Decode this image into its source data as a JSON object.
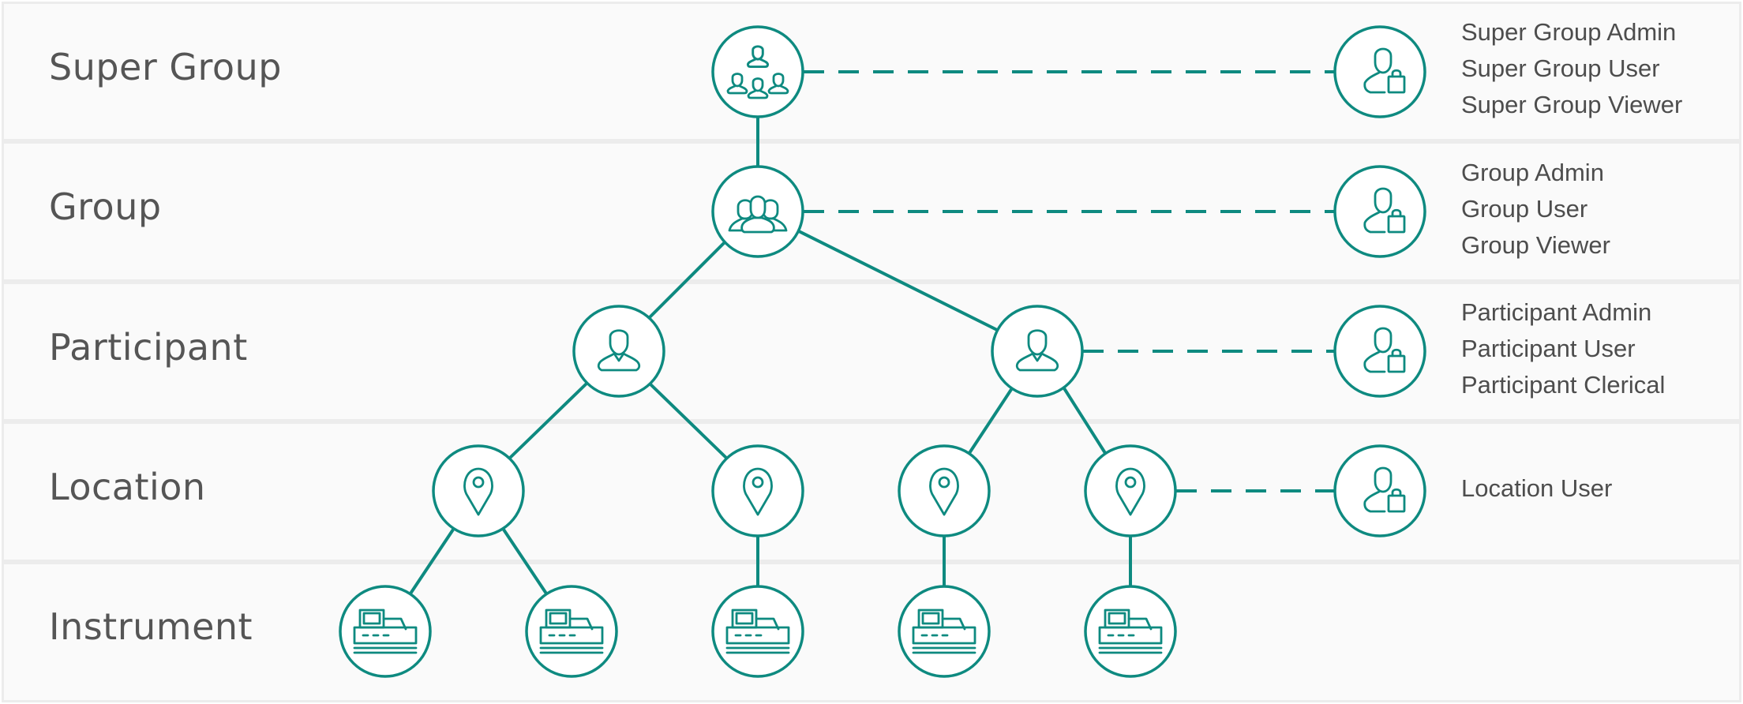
{
  "colors": {
    "accent": "#0e8a80",
    "band": "#fafafa",
    "band_border": "#ececec",
    "label": "#555555"
  },
  "levels": [
    {
      "label": "Super Group",
      "roles": [
        "Super Group Admin",
        "Super Group User",
        "Super Group Viewer"
      ]
    },
    {
      "label": "Group",
      "roles": [
        "Group Admin",
        "Group User",
        "Group Viewer"
      ]
    },
    {
      "label": "Participant",
      "roles": [
        "Participant Admin",
        "Participant User",
        "Participant Clerical"
      ]
    },
    {
      "label": "Location",
      "roles": [
        "Location User"
      ]
    },
    {
      "label": "Instrument",
      "roles": []
    }
  ],
  "icons": {
    "super_group": "super-group-people-icon",
    "group": "group-people-icon",
    "participant": "person-icon",
    "location": "location-pin-icon",
    "instrument": "instrument-icon",
    "role": "user-lock-icon"
  }
}
